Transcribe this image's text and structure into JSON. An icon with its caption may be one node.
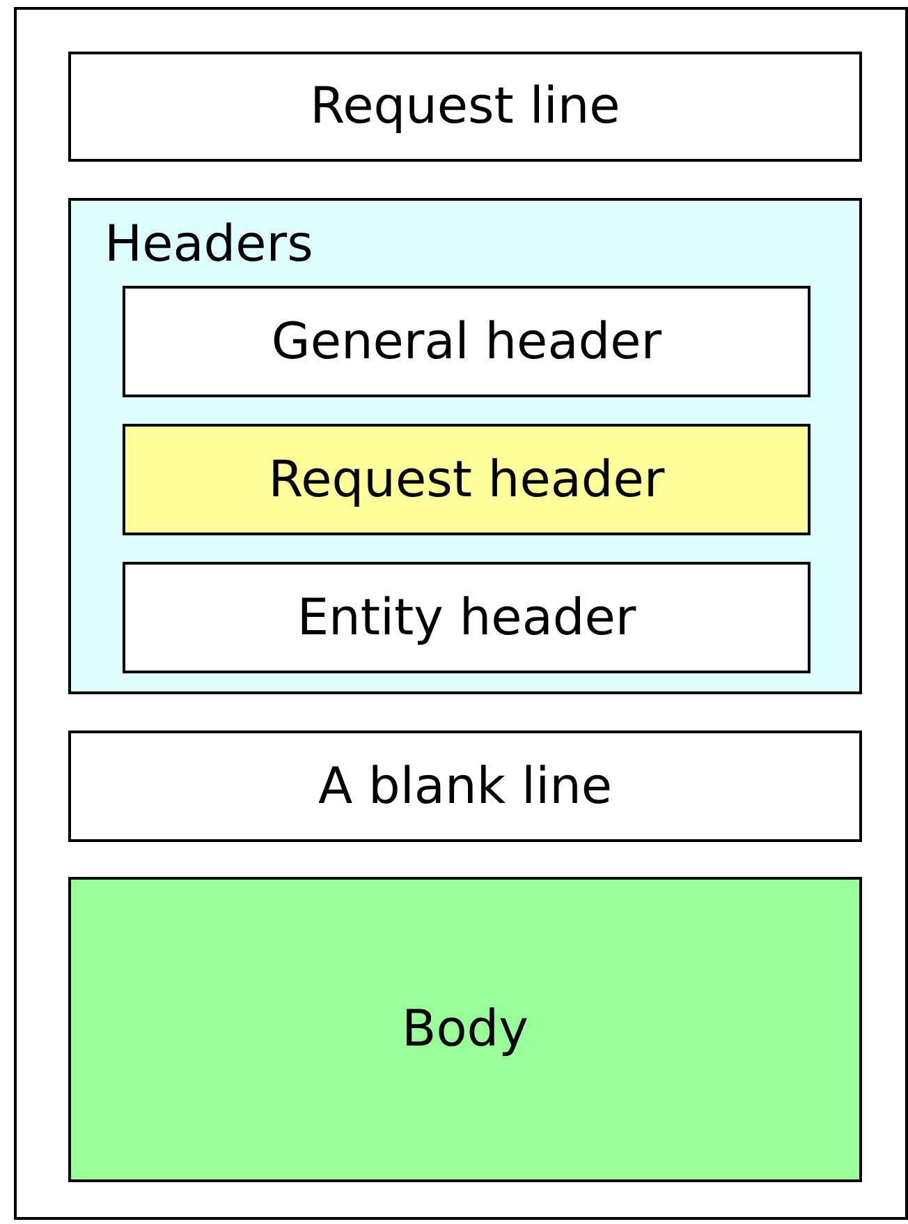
{
  "diagram": {
    "nodes": [
      {
        "text": [],
        "shape": "box"
      },
      {
        "text": [
          "Request line"
        ],
        "in": 0
      },
      {
        "text": [
          "Headers"
        ],
        "in": 0
      },
      {
        "text": [
          "General header"
        ],
        "in": 2
      },
      {
        "text": [
          "Request header"
        ],
        "in": 2
      },
      {
        "text": [
          "Entity header"
        ],
        "in": 2
      },
      {
        "text": [
          "A blank line"
        ],
        "in": 0
      },
      {
        "text": [
          "Body"
        ],
        "in": 0
      }
    ],
    "edges": []
  }
}
